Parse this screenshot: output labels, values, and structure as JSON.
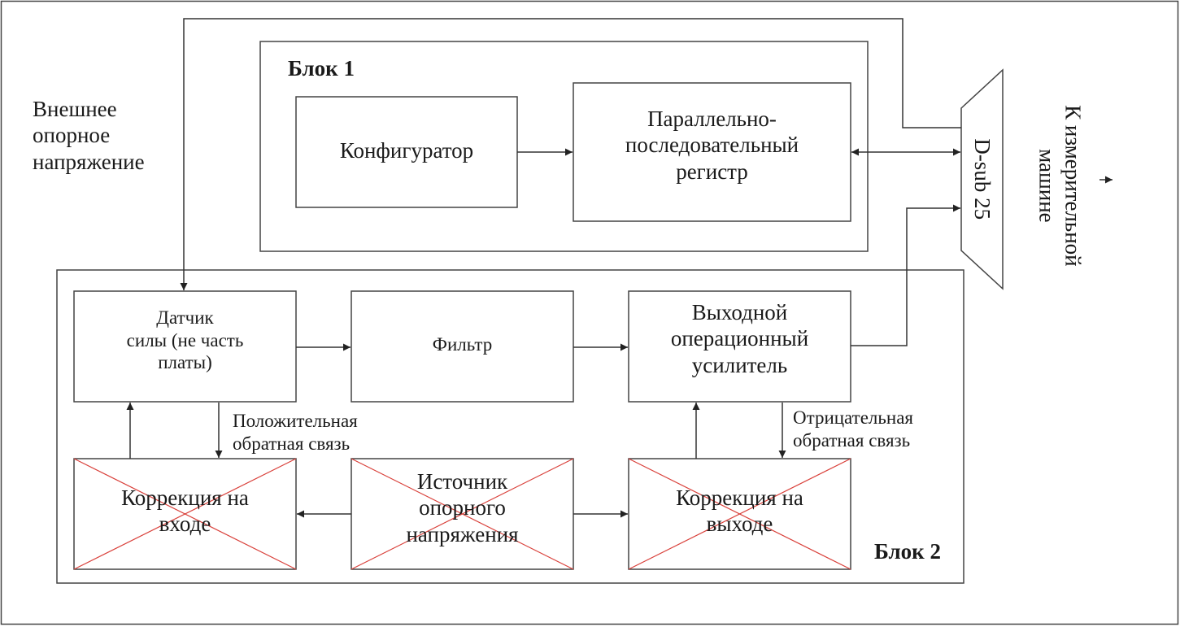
{
  "external_voltage": "Внешнее\nопорное\nнапряжение",
  "block1": {
    "title": "Блок 1",
    "configurator": "Конфигуратор",
    "register": "Параллельно-\nпоследовательный\nрегистр"
  },
  "block2": {
    "title": "Блок 2",
    "sensor": "Датчик\nсилы (не часть\nплаты)",
    "filter": "Фильтр",
    "opamp": "Выходной\nоперационный\nусилитель",
    "input_correction": "Коррекция на\nвходе",
    "reference_source": "Источник\nопорного\nнапряжения",
    "output_correction": "Коррекция на\nвыходе",
    "positive_feedback": "Положительная\nобратная связь",
    "negative_feedback": "Отрицательная\nобратная связь"
  },
  "connector": {
    "label": "D-sub 25"
  },
  "to_machine": "К измерительной\nмашине",
  "colors": {
    "line": "#3a3a3a",
    "cross": "#d9403a",
    "text": "#1a1a1a"
  }
}
